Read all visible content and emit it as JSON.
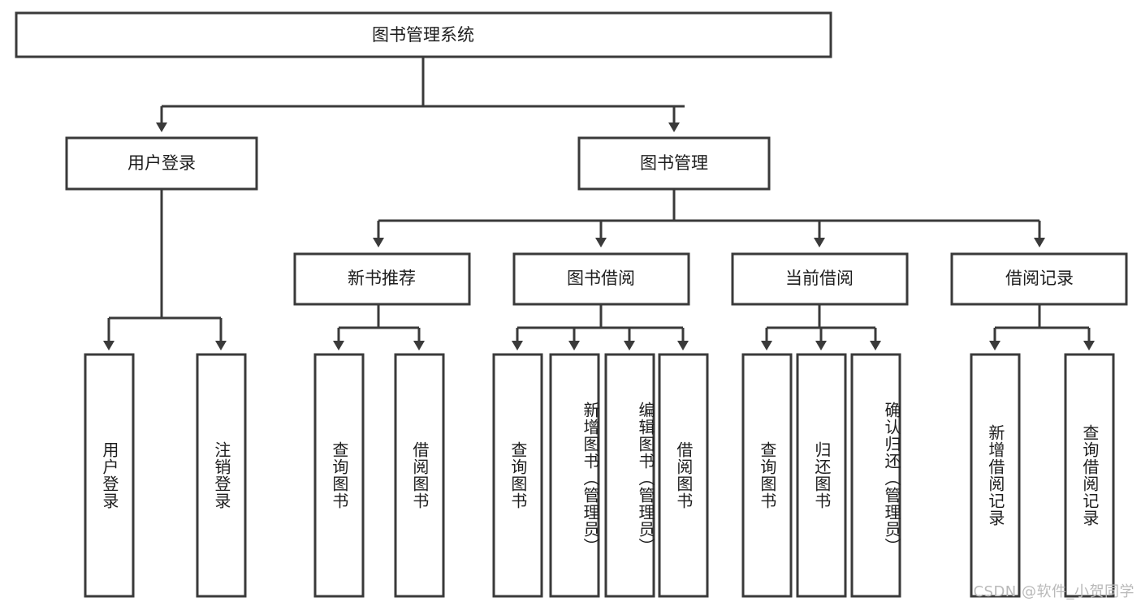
{
  "diagram": {
    "title": "图书管理系统",
    "type": "tree-hierarchy",
    "watermark": "CSDN @软件_小贺同学",
    "colors": {
      "stroke": "#3a3a3a",
      "fill": "#ffffff",
      "text": "#1d1d1d",
      "watermark": "#b9b9b9"
    },
    "levels": {
      "root": {
        "label": "图书管理系统"
      },
      "level2": [
        {
          "label": "用户登录"
        },
        {
          "label": "图书管理"
        }
      ],
      "level3": [
        {
          "label": "新书推荐"
        },
        {
          "label": "图书借阅"
        },
        {
          "label": "当前借阅"
        },
        {
          "label": "借阅记录"
        }
      ],
      "leaves": {
        "user_login": [
          {
            "label": "用户登录"
          },
          {
            "label": "注销登录"
          }
        ],
        "new_book_recommend": [
          {
            "label": "查询图书"
          },
          {
            "label": "借阅图书"
          }
        ],
        "book_borrow": [
          {
            "label": "查询图书"
          },
          {
            "label": "新增图书（管理员）"
          },
          {
            "label": "编辑图书（管理员）"
          },
          {
            "label": "借阅图书"
          }
        ],
        "current_borrow": [
          {
            "label": "查询图书"
          },
          {
            "label": "归还图书"
          },
          {
            "label": "确认归还（管理员）"
          }
        ],
        "borrow_record": [
          {
            "label": "新增借阅记录"
          },
          {
            "label": "查询借阅记录"
          }
        ]
      }
    }
  }
}
